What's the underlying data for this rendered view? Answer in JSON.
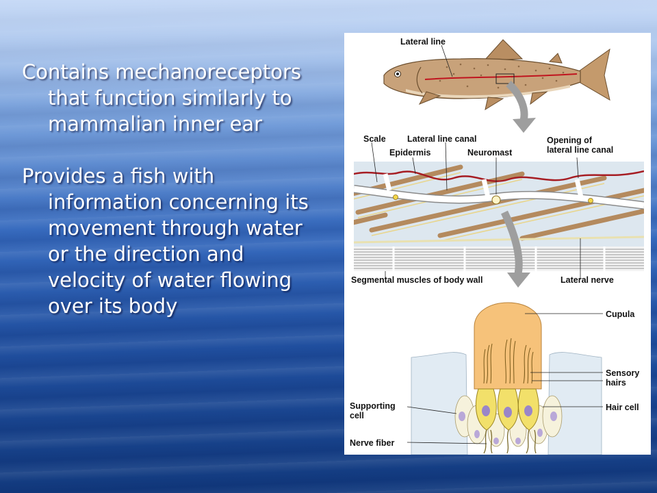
{
  "text": {
    "bullet_1": "Contains mechanoreceptors that function similarly to mammalian inner ear",
    "bullet_2": "Provides a fish with information concerning its movement through water or the direction and velocity of water flowing over its body"
  },
  "figure": {
    "labels": {
      "lateral_line": "Lateral line",
      "scale": "Scale",
      "lateral_line_canal": "Lateral line canal",
      "epidermis": "Epidermis",
      "neuromast": "Neuromast",
      "opening": "Opening of\nlateral line canal",
      "segmental_muscles": "Segmental muscles of body wall",
      "lateral_nerve": "Lateral nerve",
      "cupula": "Cupula",
      "sensory_hairs": "Sensory\nhairs",
      "supporting_cell": "Supporting\ncell",
      "hair_cell": "Hair cell",
      "nerve_fiber": "Nerve fiber"
    },
    "colors": {
      "fish_body": "#c8a27a",
      "lateral_line": "#c0141e",
      "cupula": "#f6c27a",
      "hair_cell": "#f2e06a",
      "nucleus": "#9a86c8",
      "tissue": "#e1ebf3"
    }
  }
}
